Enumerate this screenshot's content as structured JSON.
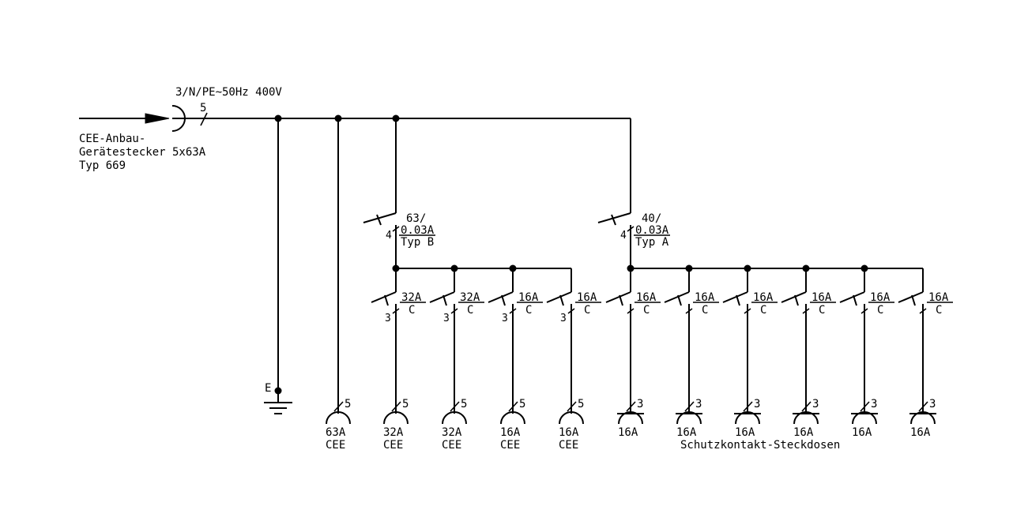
{
  "supply": {
    "label": "3/N/PE~50Hz 400V",
    "poles": "5"
  },
  "inlet": {
    "lines": [
      "CEE-Anbau-",
      "Gerätestecker 5x63A",
      "Typ 669"
    ]
  },
  "earth": {
    "label": "E"
  },
  "rcds": [
    {
      "rating": "63/",
      "sensitivity": "0.03A",
      "type": "Typ B",
      "poles": "4"
    },
    {
      "rating": "40/",
      "sensitivity": "0.03A",
      "type": "Typ A",
      "poles": "4"
    }
  ],
  "breakers": [
    {
      "rating": "32A",
      "curve": "C",
      "poles": "3"
    },
    {
      "rating": "32A",
      "curve": "C",
      "poles": "3"
    },
    {
      "rating": "16A",
      "curve": "C",
      "poles": "3"
    },
    {
      "rating": "16A",
      "curve": "C",
      "poles": "3"
    },
    {
      "rating": "16A",
      "curve": "C",
      "poles": ""
    },
    {
      "rating": "16A",
      "curve": "C",
      "poles": ""
    },
    {
      "rating": "16A",
      "curve": "C",
      "poles": ""
    },
    {
      "rating": "16A",
      "curve": "C",
      "poles": ""
    },
    {
      "rating": "16A",
      "curve": "C",
      "poles": ""
    },
    {
      "rating": "16A",
      "curve": "C",
      "poles": ""
    }
  ],
  "sockets": [
    {
      "wires": "5",
      "rating": "63A",
      "type": "CEE"
    },
    {
      "wires": "5",
      "rating": "32A",
      "type": "CEE"
    },
    {
      "wires": "5",
      "rating": "32A",
      "type": "CEE"
    },
    {
      "wires": "5",
      "rating": "16A",
      "type": "CEE"
    },
    {
      "wires": "5",
      "rating": "16A",
      "type": "CEE"
    },
    {
      "wires": "3",
      "rating": "16A",
      "type": ""
    },
    {
      "wires": "3",
      "rating": "16A",
      "type": ""
    },
    {
      "wires": "3",
      "rating": "16A",
      "type": ""
    },
    {
      "wires": "3",
      "rating": "16A",
      "type": ""
    },
    {
      "wires": "3",
      "rating": "16A",
      "type": ""
    },
    {
      "wires": "3",
      "rating": "16A",
      "type": ""
    }
  ],
  "schuko_group_label": "Schutzkontakt-Steckdosen"
}
